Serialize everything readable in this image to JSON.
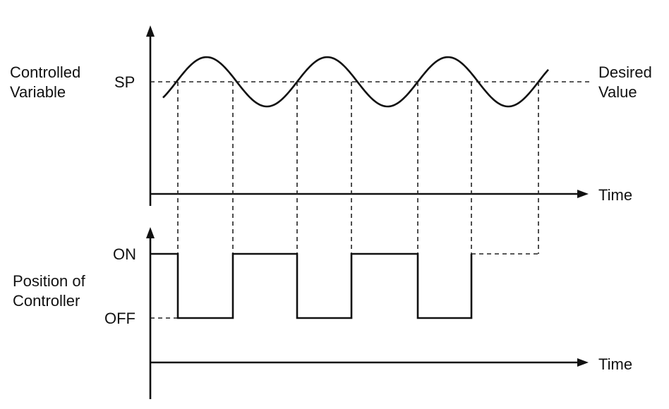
{
  "labels": {
    "controlled_variable": [
      "Controlled",
      "Variable"
    ],
    "setpoint": "SP",
    "desired_value": [
      "Desired",
      "Value"
    ],
    "time_top": "Time",
    "on": "ON",
    "off": "OFF",
    "position_of_controller": [
      "Position of",
      "Controller"
    ],
    "time_bottom": "Time"
  },
  "colors": {
    "ink": "#111111",
    "background": "#ffffff"
  }
}
